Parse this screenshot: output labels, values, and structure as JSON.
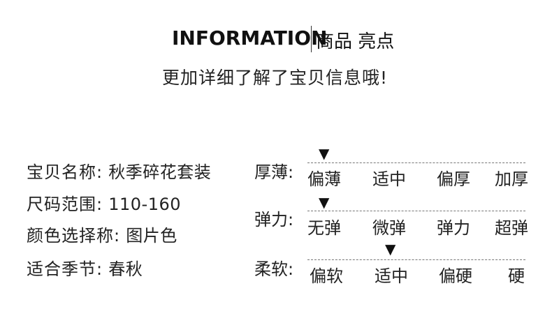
{
  "header": {
    "en_title": "INFORMATION",
    "cn_title": "商品 亮点",
    "subtitle": "更加详细了解了宝贝信息哦!"
  },
  "info_rows": [
    {
      "label": "宝贝名称:",
      "value": "秋季碎花套装"
    },
    {
      "label": "尺码范围:",
      "value": "110-160"
    },
    {
      "label": "颜色选择称:",
      "value": "图片色"
    },
    {
      "label": "适合季节:",
      "value": "春秋"
    }
  ],
  "scales": [
    {
      "label": "厚薄:",
      "options": [
        "偏薄",
        "适中",
        "偏厚",
        "加厚"
      ],
      "selected": "偏薄"
    },
    {
      "label": "弹力:",
      "options": [
        "无弹",
        "微弹",
        "弹力",
        "超弹"
      ],
      "selected": "无弹"
    },
    {
      "label": "柔软:",
      "options": [
        "偏软",
        "适中",
        "偏硬",
        "硬"
      ],
      "selected": "适中"
    }
  ],
  "marker_glyph": "▼"
}
